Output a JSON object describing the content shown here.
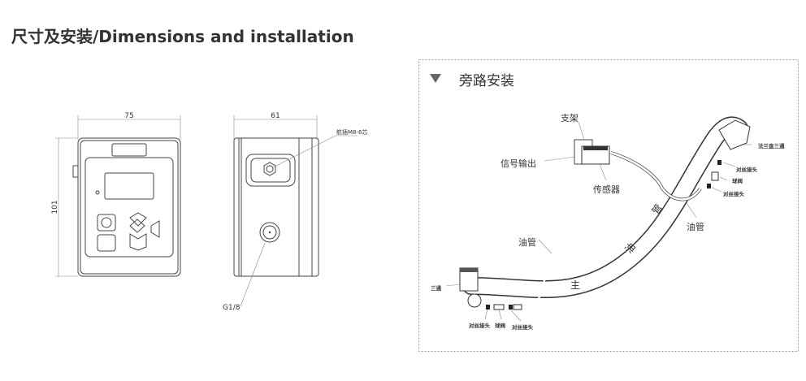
{
  "title": "尺寸及安装/Dimensions and installation",
  "left_drawing": {
    "front_width": "75",
    "front_height": "101",
    "side_width": "61",
    "connector_label": "航插M8-6芯",
    "port_label": "G1/8"
  },
  "right_panel": {
    "title": "旁路安装",
    "labels": {
      "bracket": "支架",
      "signal_output": "信号输出",
      "sensor": "传感器",
      "oil_pipe_left": "油管",
      "oil_pipe_right": "油管",
      "flange_tee": "法兰盘三通",
      "nipple_1": "对丝接头",
      "ball_valve_1": "球阀",
      "nipple_2": "对丝接头",
      "tee": "三通",
      "nipple_3": "对丝接头",
      "ball_valve_2": "球阀",
      "nipple_4": "对丝接头",
      "main_pipe_1": "主",
      "main_pipe_2": "油",
      "main_pipe_3": "管"
    }
  }
}
